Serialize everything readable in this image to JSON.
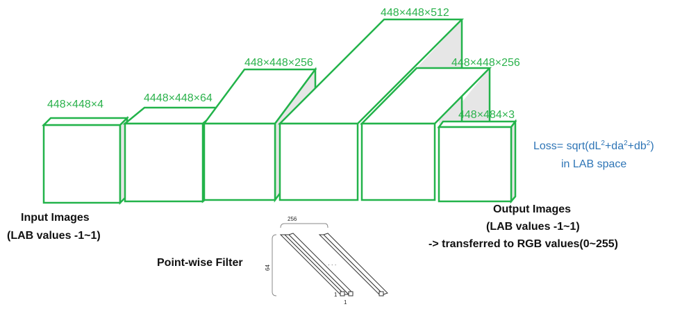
{
  "colors": {
    "block_stroke": "#22b34a",
    "block_side_fill": "#e6e6e6",
    "dim_text": "#2bb24c",
    "loss_text": "#2e75b6",
    "label_text": "#111111"
  },
  "blocks": {
    "b1": {
      "dims": "448×448×4"
    },
    "b2": {
      "dims": "4448×448×64"
    },
    "b3": {
      "dims": "448×448×256"
    },
    "b4": {
      "dims": "448×448×512"
    },
    "b5": {
      "dims": "448×448×256"
    },
    "b6": {
      "dims": "448×484×3"
    }
  },
  "input": {
    "line1": "Input Images",
    "line2": "(LAB values -1~1)"
  },
  "output": {
    "line1": "Output Images",
    "line2": "(LAB values -1~1)",
    "line3": "-> transferred to RGB values(0~255)"
  },
  "loss": {
    "prefix": "Loss= sqrt(dL",
    "sup1": "2",
    "plus1": "+da",
    "sup2": "2",
    "plus2": "+db",
    "sup3": "2",
    "suffix": ")",
    "line2": "in LAB space"
  },
  "filter": {
    "title": "Point-wise Filter",
    "width_label": "256",
    "height_label": "64",
    "unit_label_a": "1",
    "unit_label_b": "1",
    "ellipsis": "· · ·"
  }
}
